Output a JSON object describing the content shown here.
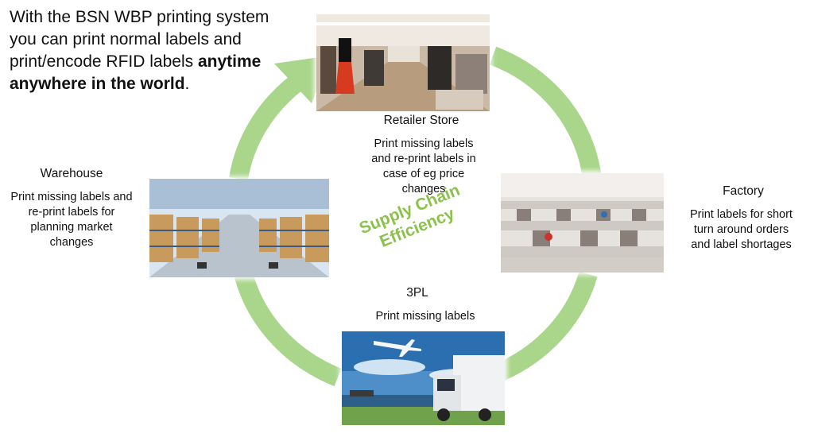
{
  "intro": {
    "line1": "With the BSN WBP printing system you can print normal labels and print/encode RFID labels ",
    "emphasis": "anytime anywhere in the world",
    "end": "."
  },
  "center_label": {
    "line1": "Supply Chain",
    "line2": "Efficiency"
  },
  "nodes": {
    "retailer": {
      "title": "Retailer Store",
      "desc": [
        "Print missing labels",
        "and re-print labels in",
        "case of eg price",
        "changes"
      ]
    },
    "warehouse": {
      "title": "Warehouse",
      "desc": [
        "Print missing labels and",
        "re-print labels for",
        "planning market",
        "changes"
      ]
    },
    "factory": {
      "title": "Factory",
      "desc": [
        "Print labels for short",
        "turn around orders",
        "and label shortages"
      ]
    },
    "threepl": {
      "title": "3PL",
      "desc": [
        "Print missing labels"
      ]
    }
  },
  "colors": {
    "arrow": "#a9d68a",
    "center_text": "#8bc34a"
  }
}
